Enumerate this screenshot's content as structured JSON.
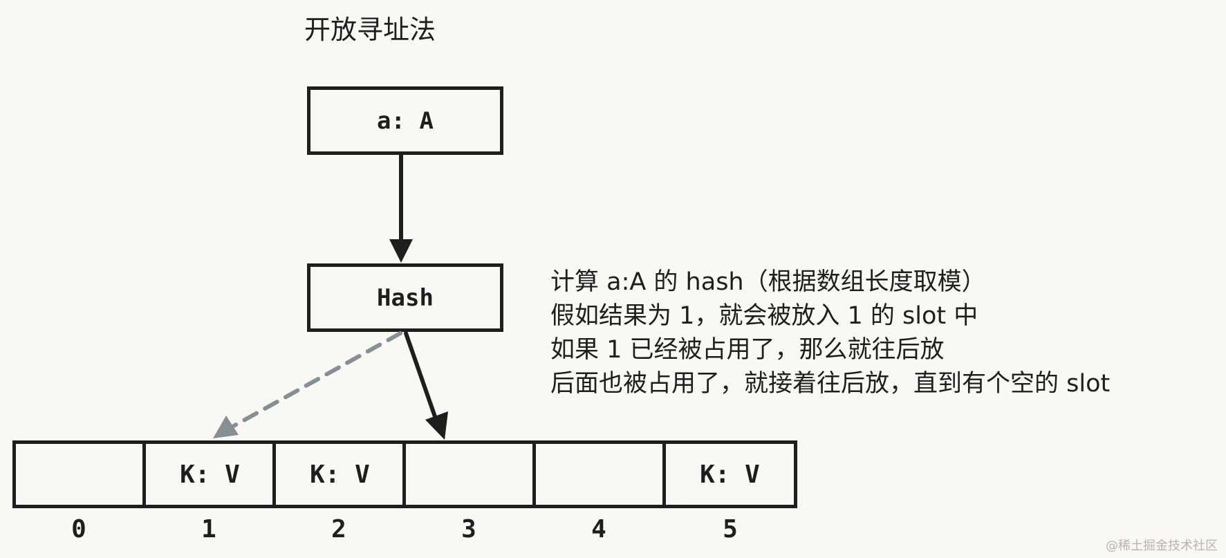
{
  "title": "开放寻址法",
  "input_box": {
    "label": "a: A"
  },
  "hash_box": {
    "label": "Hash"
  },
  "slots": [
    {
      "index": "0",
      "value": ""
    },
    {
      "index": "1",
      "value": "K: V"
    },
    {
      "index": "2",
      "value": "K: V"
    },
    {
      "index": "3",
      "value": ""
    },
    {
      "index": "4",
      "value": ""
    },
    {
      "index": "5",
      "value": "K: V"
    }
  ],
  "note_lines": [
    "计算 a:A 的 hash（根据数组长度取模）",
    "假如结果为 1，就会被放入 1 的 slot 中",
    "如果 1 已经被占用了，那么就往后放",
    "后面也被占用了，就接着往后放，直到有个空的 slot"
  ],
  "watermark": "@稀土掘金技术社区",
  "colors": {
    "stroke": "#1e1e1e",
    "dashed_arrow": "#868e96",
    "background": "#faf8f5"
  }
}
